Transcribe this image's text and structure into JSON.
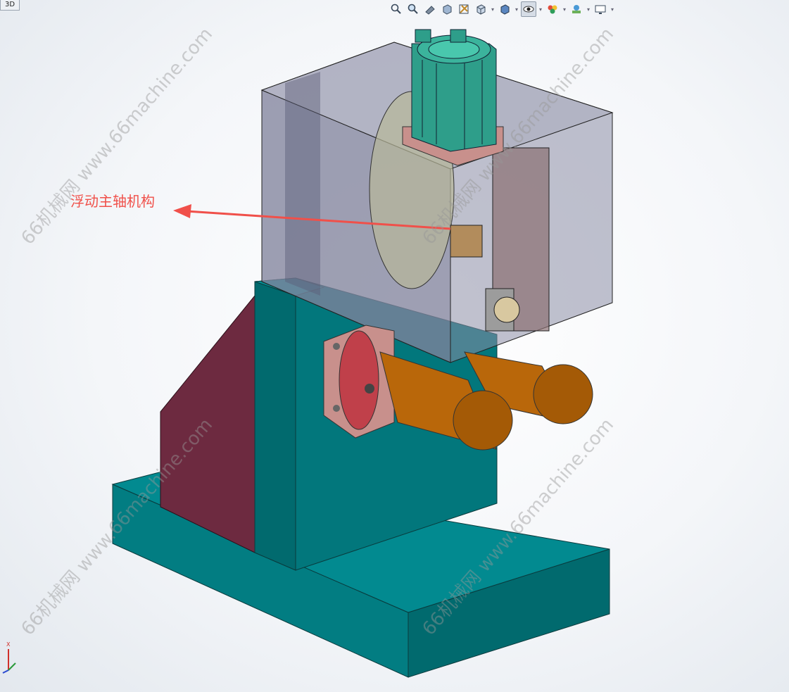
{
  "view_tab": "3D",
  "callout_label": "浮动主轴机构",
  "watermark": "66机械网 www.66machine.com",
  "toolbar": {
    "items": [
      "zoom-to-fit-icon",
      "zoom-to-area-icon",
      "previous-view-icon",
      "section-view-icon",
      "dynamic-annotation-icon",
      "view-orientation-icon",
      "display-style-icon",
      "hide-show-items-icon",
      "edit-appearance-icon",
      "apply-scene-icon",
      "view-settings-icon"
    ]
  },
  "triad": {
    "axis_label": "X"
  },
  "colors": {
    "base": "#02777c",
    "rib": "#6d2a40",
    "motor": "#b9670a",
    "flange": "#c8908c",
    "cylinder": "#2e9e8a",
    "housing_glass": "#8c8ea6",
    "callout": "#f0504a"
  }
}
